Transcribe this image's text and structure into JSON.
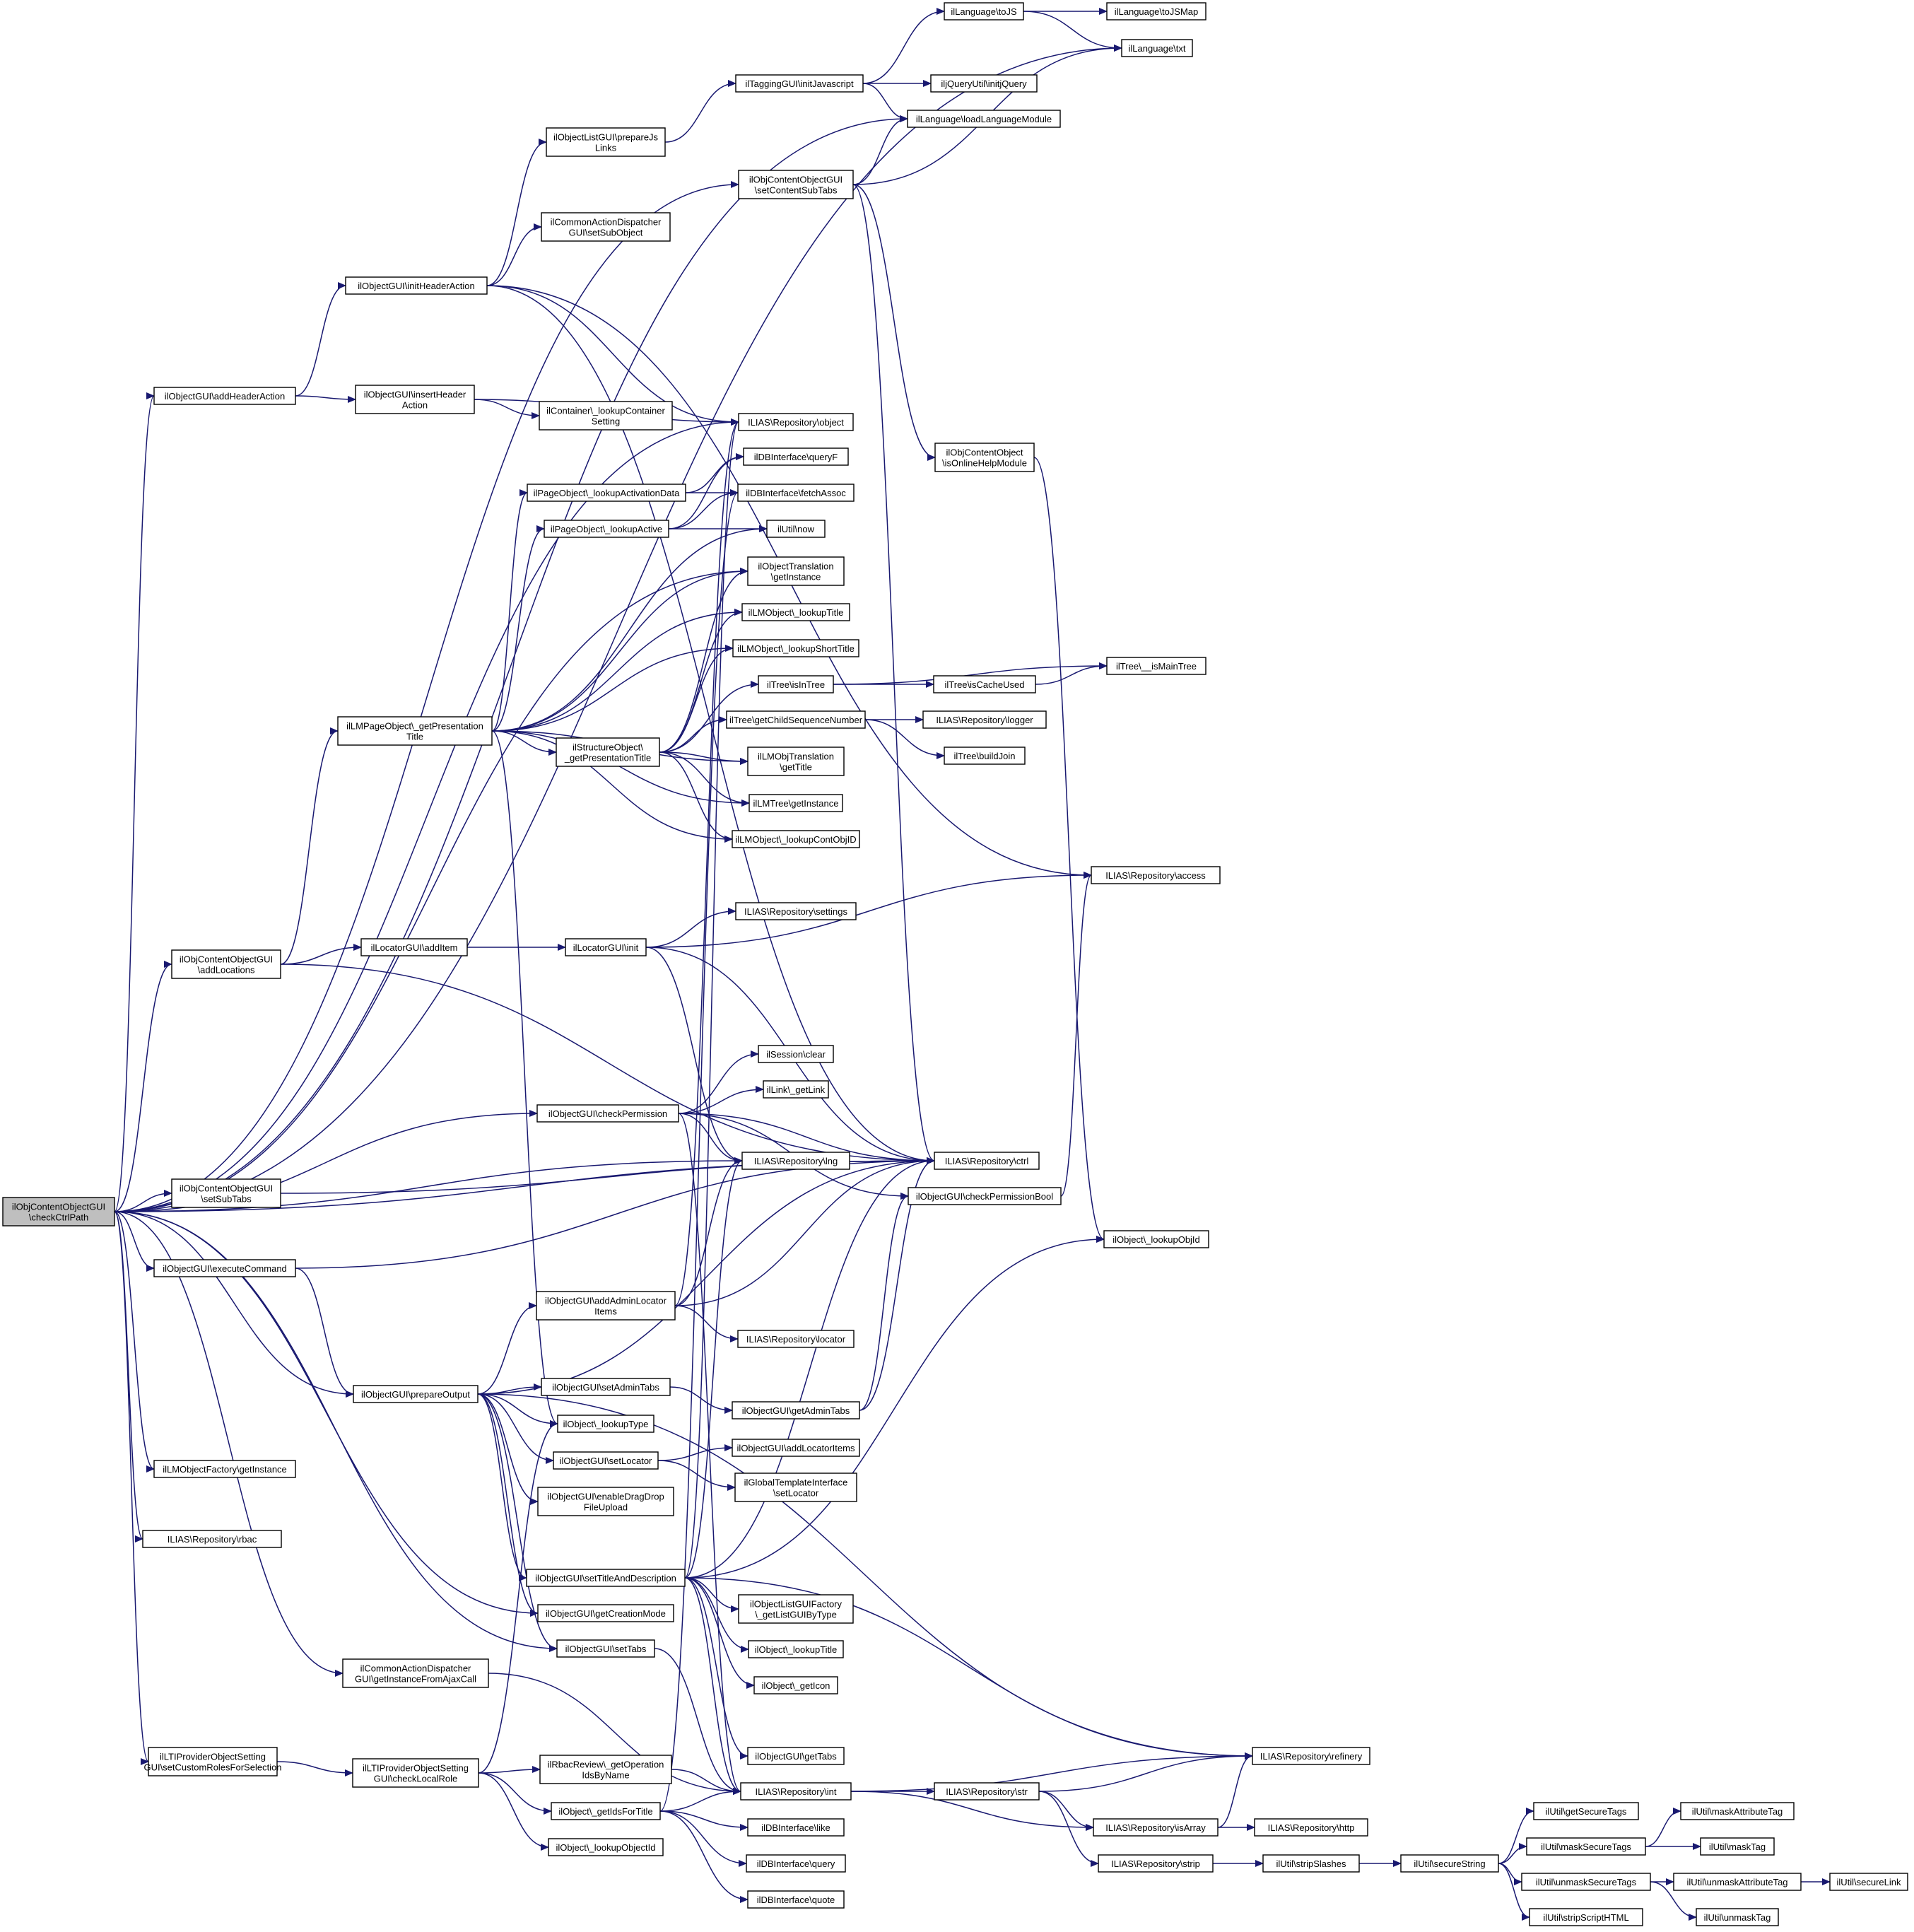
{
  "colors": {
    "edge": "#191970",
    "node_border": "#000000",
    "root_fill": "#bfbfbf",
    "node_fill": "#ffffff"
  },
  "nodes": [
    {
      "id": "root",
      "lines": [
        "ilObjContentObjectGUI",
        "\\checkCtrlPath"
      ],
      "root": true
    },
    {
      "id": "addHeaderAction",
      "lines": [
        "ilObjectGUI\\addHeaderAction"
      ]
    },
    {
      "id": "initHeaderAction",
      "lines": [
        "ilObjectGUI\\initHeaderAction"
      ]
    },
    {
      "id": "insertHeaderAction",
      "lines": [
        "ilObjectGUI\\insertHeader",
        "Action"
      ]
    },
    {
      "id": "prepareJsLinks",
      "lines": [
        "ilObjectListGUI\\prepareJs",
        "Links"
      ]
    },
    {
      "id": "setSubObject",
      "lines": [
        "ilCommonActionDispatcher",
        "GUI\\setSubObject"
      ]
    },
    {
      "id": "lookupContainer",
      "lines": [
        "ilContainer\\_lookupContainer",
        "Setting"
      ]
    },
    {
      "id": "initJavascript",
      "lines": [
        "ilTaggingGUI\\initJavascript"
      ]
    },
    {
      "id": "toJS",
      "lines": [
        "ilLanguage\\toJS"
      ]
    },
    {
      "id": "toJSMap",
      "lines": [
        "ilLanguage\\toJSMap"
      ]
    },
    {
      "id": "txt",
      "lines": [
        "ilLanguage\\txt"
      ]
    },
    {
      "id": "initjQuery",
      "lines": [
        "iljQueryUtil\\initjQuery"
      ]
    },
    {
      "id": "loadLanguageModule",
      "lines": [
        "ilLanguage\\loadLanguageModule"
      ]
    },
    {
      "id": "setContentSubTabs",
      "lines": [
        "ilObjContentObjectGUI",
        "\\setContentSubTabs"
      ]
    },
    {
      "id": "isOnlineHelpModule",
      "lines": [
        "ilObjContentObject",
        "\\isOnlineHelpModule"
      ]
    },
    {
      "id": "repoObject",
      "lines": [
        "ILIAS\\Repository\\object"
      ]
    },
    {
      "id": "queryF",
      "lines": [
        "ilDBInterface\\queryF"
      ]
    },
    {
      "id": "fetchAssoc",
      "lines": [
        "ilDBInterface\\fetchAssoc"
      ]
    },
    {
      "id": "utilNow",
      "lines": [
        "ilUtil\\now"
      ]
    },
    {
      "id": "objTransGetInstance",
      "lines": [
        "ilObjectTranslation",
        "\\getInstance"
      ]
    },
    {
      "id": "lmLookupTitle",
      "lines": [
        "ilLMObject\\_lookupTitle"
      ]
    },
    {
      "id": "lmLookupShortTitle",
      "lines": [
        "ilLMObject\\_lookupShortTitle"
      ]
    },
    {
      "id": "treeIsInTree",
      "lines": [
        "ilTree\\isInTree"
      ]
    },
    {
      "id": "treeIsCacheUsed",
      "lines": [
        "ilTree\\isCacheUsed"
      ]
    },
    {
      "id": "treeIsMainTree",
      "lines": [
        "ilTree\\__isMainTree"
      ]
    },
    {
      "id": "treeGetChildSeq",
      "lines": [
        "ilTree\\getChildSequenceNumber"
      ]
    },
    {
      "id": "repoLogger",
      "lines": [
        "ILIAS\\Repository\\logger"
      ]
    },
    {
      "id": "treeBuildJoin",
      "lines": [
        "ilTree\\buildJoin"
      ]
    },
    {
      "id": "lmObjTransGetTitle",
      "lines": [
        "ilLMObjTranslation",
        "\\getTitle"
      ]
    },
    {
      "id": "lmTreeGetInstance",
      "lines": [
        "ilLMTree\\getInstance"
      ]
    },
    {
      "id": "lmLookupContObjID",
      "lines": [
        "ilLMObject\\_lookupContObjID"
      ]
    },
    {
      "id": "lookupActivationData",
      "lines": [
        "ilPageObject\\_lookupActivationData"
      ]
    },
    {
      "id": "lookupActive",
      "lines": [
        "ilPageObject\\_lookupActive"
      ]
    },
    {
      "id": "getPresentationTitle",
      "lines": [
        "ilLMPageObject\\_getPresentation",
        "Title"
      ]
    },
    {
      "id": "structGetPresTitle",
      "lines": [
        "ilStructureObject\\",
        "_getPresentationTitle"
      ]
    },
    {
      "id": "repoAccess",
      "lines": [
        "ILIAS\\Repository\\access"
      ]
    },
    {
      "id": "addLocations",
      "lines": [
        "ilObjContentObjectGUI",
        "\\addLocations"
      ]
    },
    {
      "id": "locatorAddItem",
      "lines": [
        "ilLocatorGUI\\addItem"
      ]
    },
    {
      "id": "locatorInit",
      "lines": [
        "ilLocatorGUI\\init"
      ]
    },
    {
      "id": "repoSettings",
      "lines": [
        "ILIAS\\Repository\\settings"
      ]
    },
    {
      "id": "sessionClear",
      "lines": [
        "ilSession\\clear"
      ]
    },
    {
      "id": "linkGetLink",
      "lines": [
        "ilLink\\_getLink"
      ]
    },
    {
      "id": "checkPermission",
      "lines": [
        "ilObjectGUI\\checkPermission"
      ]
    },
    {
      "id": "repoLng",
      "lines": [
        "ILIAS\\Repository\\lng"
      ]
    },
    {
      "id": "repoCtrl",
      "lines": [
        "ILIAS\\Repository\\ctrl"
      ]
    },
    {
      "id": "setSubTabs",
      "lines": [
        "ilObjContentObjectGUI",
        "\\setSubTabs"
      ]
    },
    {
      "id": "checkPermissionBool",
      "lines": [
        "ilObjectGUI\\checkPermissionBool"
      ]
    },
    {
      "id": "lookupObjId",
      "lines": [
        "ilObject\\_lookupObjId"
      ]
    },
    {
      "id": "executeCommand",
      "lines": [
        "ilObjectGUI\\executeCommand"
      ]
    },
    {
      "id": "addAdminLocatorItems",
      "lines": [
        "ilObjectGUI\\addAdminLocator",
        "Items"
      ]
    },
    {
      "id": "repoLocator",
      "lines": [
        "ILIAS\\Repository\\locator"
      ]
    },
    {
      "id": "prepareOutput",
      "lines": [
        "ilObjectGUI\\prepareOutput"
      ]
    },
    {
      "id": "setAdminTabs",
      "lines": [
        "ilObjectGUI\\setAdminTabs"
      ]
    },
    {
      "id": "getAdminTabs",
      "lines": [
        "ilObjectGUI\\getAdminTabs"
      ]
    },
    {
      "id": "lookupType",
      "lines": [
        "ilObject\\_lookupType"
      ]
    },
    {
      "id": "setLocator",
      "lines": [
        "ilObjectGUI\\setLocator"
      ]
    },
    {
      "id": "addLocatorItems",
      "lines": [
        "ilObjectGUI\\addLocatorItems"
      ]
    },
    {
      "id": "globalSetLocator",
      "lines": [
        "ilGlobalTemplateInterface",
        "\\setLocator"
      ]
    },
    {
      "id": "lmFactoryGetInstance",
      "lines": [
        "ilLMObjectFactory\\getInstance"
      ]
    },
    {
      "id": "enableDragDrop",
      "lines": [
        "ilObjectGUI\\enableDragDrop",
        "FileUpload"
      ]
    },
    {
      "id": "repoRbac",
      "lines": [
        "ILIAS\\Repository\\rbac"
      ]
    },
    {
      "id": "setTitleAndDescription",
      "lines": [
        "ilObjectGUI\\setTitleAndDescription"
      ]
    },
    {
      "id": "getListGUIByType",
      "lines": [
        "ilObjectListGUIFactory",
        "\\_getListGUIByType"
      ]
    },
    {
      "id": "objLookupTitle",
      "lines": [
        "ilObject\\_lookupTitle"
      ]
    },
    {
      "id": "getCreationMode",
      "lines": [
        "ilObjectGUI\\getCreationMode"
      ]
    },
    {
      "id": "setTabs",
      "lines": [
        "ilObjectGUI\\setTabs"
      ]
    },
    {
      "id": "objGetIcon",
      "lines": [
        "ilObject\\_getIcon"
      ]
    },
    {
      "id": "getInstanceFromAjax",
      "lines": [
        "ilCommonActionDispatcher",
        "GUI\\getInstanceFromAjaxCall"
      ]
    },
    {
      "id": "getTabs",
      "lines": [
        "ilObjectGUI\\getTabs"
      ]
    },
    {
      "id": "repoRefinery",
      "lines": [
        "ILIAS\\Repository\\refinery"
      ]
    },
    {
      "id": "ltiSetCustomRoles",
      "lines": [
        "ilLTIProviderObjectSetting",
        "GUI\\setCustomRolesForSelection"
      ]
    },
    {
      "id": "ltiCheckLocalRole",
      "lines": [
        "ilLTIProviderObjectSetting",
        "GUI\\checkLocalRole"
      ]
    },
    {
      "id": "rbacGetOps",
      "lines": [
        "ilRbacReview\\_getOperation",
        "IdsByName"
      ]
    },
    {
      "id": "repoInt",
      "lines": [
        "ILIAS\\Repository\\int"
      ]
    },
    {
      "id": "repoStr",
      "lines": [
        "ILIAS\\Repository\\str"
      ]
    },
    {
      "id": "getIdsForTitle",
      "lines": [
        "ilObject\\_getIdsForTitle"
      ]
    },
    {
      "id": "dbLike",
      "lines": [
        "ilDBInterface\\like"
      ]
    },
    {
      "id": "repoIsArray",
      "lines": [
        "ILIAS\\Repository\\isArray"
      ]
    },
    {
      "id": "repoHttp",
      "lines": [
        "ILIAS\\Repository\\http"
      ]
    },
    {
      "id": "lookupObjectId",
      "lines": [
        "ilObject\\_lookupObjectId"
      ]
    },
    {
      "id": "dbQuery",
      "lines": [
        "ilDBInterface\\query"
      ]
    },
    {
      "id": "repoStrip",
      "lines": [
        "ILIAS\\Repository\\strip"
      ]
    },
    {
      "id": "stripSlashes",
      "lines": [
        "ilUtil\\stripSlashes"
      ]
    },
    {
      "id": "secureString",
      "lines": [
        "ilUtil\\secureString"
      ]
    },
    {
      "id": "dbQuote",
      "lines": [
        "ilDBInterface\\quote"
      ]
    },
    {
      "id": "getSecureTags",
      "lines": [
        "ilUtil\\getSecureTags"
      ]
    },
    {
      "id": "maskSecureTags",
      "lines": [
        "ilUtil\\maskSecureTags"
      ]
    },
    {
      "id": "maskAttributeTag",
      "lines": [
        "ilUtil\\maskAttributeTag"
      ]
    },
    {
      "id": "maskTag",
      "lines": [
        "ilUtil\\maskTag"
      ]
    },
    {
      "id": "unmaskSecureTags",
      "lines": [
        "ilUtil\\unmaskSecureTags"
      ]
    },
    {
      "id": "unmaskAttributeTag",
      "lines": [
        "ilUtil\\unmaskAttributeTag"
      ]
    },
    {
      "id": "secureLink",
      "lines": [
        "ilUtil\\secureLink"
      ]
    },
    {
      "id": "stripScriptHTML",
      "lines": [
        "ilUtil\\stripScriptHTML"
      ]
    },
    {
      "id": "unmaskTag",
      "lines": [
        "ilUtil\\unmaskTag"
      ]
    }
  ],
  "edges": [
    [
      "root",
      "txt"
    ],
    [
      "root",
      "loadLanguageModule"
    ],
    [
      "root",
      "setContentSubTabs"
    ],
    [
      "root",
      "addHeaderAction"
    ],
    [
      "root",
      "repoObject"
    ],
    [
      "root",
      "objTransGetInstance"
    ],
    [
      "root",
      "addLocations"
    ],
    [
      "root",
      "checkPermission"
    ],
    [
      "root",
      "repoLng"
    ],
    [
      "root",
      "setSubTabs"
    ],
    [
      "root",
      "repoCtrl"
    ],
    [
      "root",
      "executeCommand"
    ],
    [
      "root",
      "prepareOutput"
    ],
    [
      "root",
      "getCreationMode"
    ],
    [
      "root",
      "setTabs"
    ],
    [
      "root",
      "lmFactoryGetInstance"
    ],
    [
      "root",
      "repoRbac"
    ],
    [
      "root",
      "getInstanceFromAjax"
    ],
    [
      "root",
      "ltiSetCustomRoles"
    ],
    [
      "addHeaderAction",
      "initHeaderAction"
    ],
    [
      "addHeaderAction",
      "insertHeaderAction"
    ],
    [
      "initHeaderAction",
      "prepareJsLinks"
    ],
    [
      "initHeaderAction",
      "setSubObject"
    ],
    [
      "initHeaderAction",
      "repoObject"
    ],
    [
      "initHeaderAction",
      "repoCtrl"
    ],
    [
      "initHeaderAction",
      "repoAccess"
    ],
    [
      "insertHeaderAction",
      "repoObject"
    ],
    [
      "insertHeaderAction",
      "lookupContainer"
    ],
    [
      "prepareJsLinks",
      "initJavascript"
    ],
    [
      "initJavascript",
      "toJS"
    ],
    [
      "initJavascript",
      "initjQuery"
    ],
    [
      "initJavascript",
      "loadLanguageModule"
    ],
    [
      "toJS",
      "toJSMap"
    ],
    [
      "toJS",
      "txt"
    ],
    [
      "setContentSubTabs",
      "txt"
    ],
    [
      "setContentSubTabs",
      "loadLanguageModule"
    ],
    [
      "setContentSubTabs",
      "isOnlineHelpModule"
    ],
    [
      "setContentSubTabs",
      "repoCtrl"
    ],
    [
      "isOnlineHelpModule",
      "lookupObjId"
    ],
    [
      "lookupActivationData",
      "queryF"
    ],
    [
      "lookupActivationData",
      "fetchAssoc"
    ],
    [
      "lookupActive",
      "queryF"
    ],
    [
      "lookupActive",
      "fetchAssoc"
    ],
    [
      "lookupActive",
      "utilNow"
    ],
    [
      "getPresentationTitle",
      "lookupActivationData"
    ],
    [
      "getPresentationTitle",
      "lookupActive"
    ],
    [
      "getPresentationTitle",
      "utilNow"
    ],
    [
      "getPresentationTitle",
      "objTransGetInstance"
    ],
    [
      "getPresentationTitle",
      "lmLookupTitle"
    ],
    [
      "getPresentationTitle",
      "lmLookupShortTitle"
    ],
    [
      "getPresentationTitle",
      "structGetPresTitle"
    ],
    [
      "getPresentationTitle",
      "lmObjTransGetTitle"
    ],
    [
      "getPresentationTitle",
      "lmTreeGetInstance"
    ],
    [
      "getPresentationTitle",
      "lmLookupContObjID"
    ],
    [
      "getPresentationTitle",
      "lookupType"
    ],
    [
      "structGetPresTitle",
      "objTransGetInstance"
    ],
    [
      "structGetPresTitle",
      "lmLookupTitle"
    ],
    [
      "structGetPresTitle",
      "lmLookupShortTitle"
    ],
    [
      "structGetPresTitle",
      "treeIsInTree"
    ],
    [
      "structGetPresTitle",
      "treeGetChildSeq"
    ],
    [
      "structGetPresTitle",
      "lmObjTransGetTitle"
    ],
    [
      "structGetPresTitle",
      "lmTreeGetInstance"
    ],
    [
      "structGetPresTitle",
      "lmLookupContObjID"
    ],
    [
      "treeIsInTree",
      "treeIsCacheUsed"
    ],
    [
      "treeIsInTree",
      "treeIsMainTree"
    ],
    [
      "treeIsCacheUsed",
      "treeIsMainTree"
    ],
    [
      "treeGetChildSeq",
      "repoLogger"
    ],
    [
      "treeGetChildSeq",
      "treeBuildJoin"
    ],
    [
      "addLocations",
      "getPresentationTitle"
    ],
    [
      "addLocations",
      "locatorAddItem"
    ],
    [
      "addLocations",
      "repoCtrl"
    ],
    [
      "locatorAddItem",
      "locatorInit"
    ],
    [
      "locatorInit",
      "repoAccess"
    ],
    [
      "locatorInit",
      "repoSettings"
    ],
    [
      "locatorInit",
      "repoCtrl"
    ],
    [
      "locatorInit",
      "repoLng"
    ],
    [
      "checkPermission",
      "sessionClear"
    ],
    [
      "checkPermission",
      "linkGetLink"
    ],
    [
      "checkPermission",
      "repoLng"
    ],
    [
      "checkPermission",
      "repoCtrl"
    ],
    [
      "checkPermission",
      "checkPermissionBool"
    ],
    [
      "checkPermission",
      "repoInt"
    ],
    [
      "checkPermissionBool",
      "repoAccess"
    ],
    [
      "setSubTabs",
      "repoCtrl"
    ],
    [
      "executeCommand",
      "prepareOutput"
    ],
    [
      "executeCommand",
      "repoCtrl"
    ],
    [
      "addAdminLocatorItems",
      "repoObject"
    ],
    [
      "addAdminLocatorItems",
      "repoLng"
    ],
    [
      "addAdminLocatorItems",
      "repoCtrl"
    ],
    [
      "addAdminLocatorItems",
      "repoLocator"
    ],
    [
      "prepareOutput",
      "addAdminLocatorItems"
    ],
    [
      "prepareOutput",
      "setAdminTabs"
    ],
    [
      "prepareOutput",
      "lookupType"
    ],
    [
      "prepareOutput",
      "setLocator"
    ],
    [
      "prepareOutput",
      "enableDragDrop"
    ],
    [
      "prepareOutput",
      "setTitleAndDescription"
    ],
    [
      "prepareOutput",
      "getCreationMode"
    ],
    [
      "prepareOutput",
      "setTabs"
    ],
    [
      "prepareOutput",
      "repoRefinery"
    ],
    [
      "prepareOutput",
      "repoCtrl"
    ],
    [
      "setAdminTabs",
      "getAdminTabs"
    ],
    [
      "getAdminTabs",
      "repoCtrl"
    ],
    [
      "getAdminTabs",
      "checkPermissionBool"
    ],
    [
      "setLocator",
      "addLocatorItems"
    ],
    [
      "setLocator",
      "globalSetLocator"
    ],
    [
      "setTitleAndDescription",
      "repoObject"
    ],
    [
      "setTitleAndDescription",
      "repoLng"
    ],
    [
      "setTitleAndDescription",
      "lookupObjId"
    ],
    [
      "setTitleAndDescription",
      "getListGUIByType"
    ],
    [
      "setTitleAndDescription",
      "objLookupTitle"
    ],
    [
      "setTitleAndDescription",
      "objGetIcon"
    ],
    [
      "setTitleAndDescription",
      "getTabs"
    ],
    [
      "setTitleAndDescription",
      "repoRefinery"
    ],
    [
      "setTitleAndDescription",
      "repoInt"
    ],
    [
      "setTitleAndDescription",
      "repoCtrl"
    ],
    [
      "setTabs",
      "repoInt"
    ],
    [
      "getInstanceFromAjax",
      "repoInt"
    ],
    [
      "ltiSetCustomRoles",
      "ltiCheckLocalRole"
    ],
    [
      "ltiCheckLocalRole",
      "lookupType"
    ],
    [
      "ltiCheckLocalRole",
      "rbacGetOps"
    ],
    [
      "ltiCheckLocalRole",
      "getIdsForTitle"
    ],
    [
      "ltiCheckLocalRole",
      "lookupObjectId"
    ],
    [
      "rbacGetOps",
      "repoInt"
    ],
    [
      "getIdsForTitle",
      "repoInt"
    ],
    [
      "getIdsForTitle",
      "dbLike"
    ],
    [
      "getIdsForTitle",
      "dbQuery"
    ],
    [
      "getIdsForTitle",
      "dbQuote"
    ],
    [
      "getIdsForTitle",
      "fetchAssoc"
    ],
    [
      "repoInt",
      "repoRefinery"
    ],
    [
      "repoInt",
      "repoStr"
    ],
    [
      "repoInt",
      "repoIsArray"
    ],
    [
      "repoStr",
      "repoRefinery"
    ],
    [
      "repoStr",
      "repoIsArray"
    ],
    [
      "repoStr",
      "repoStrip"
    ],
    [
      "repoIsArray",
      "repoRefinery"
    ],
    [
      "repoIsArray",
      "repoHttp"
    ],
    [
      "repoStrip",
      "stripSlashes"
    ],
    [
      "stripSlashes",
      "secureString"
    ],
    [
      "secureString",
      "getSecureTags"
    ],
    [
      "secureString",
      "maskSecureTags"
    ],
    [
      "secureString",
      "unmaskSecureTags"
    ],
    [
      "secureString",
      "stripScriptHTML"
    ],
    [
      "maskSecureTags",
      "maskAttributeTag"
    ],
    [
      "maskSecureTags",
      "maskTag"
    ],
    [
      "unmaskSecureTags",
      "unmaskAttributeTag"
    ],
    [
      "unmaskSecureTags",
      "unmaskTag"
    ],
    [
      "unmaskAttributeTag",
      "secureLink"
    ]
  ]
}
